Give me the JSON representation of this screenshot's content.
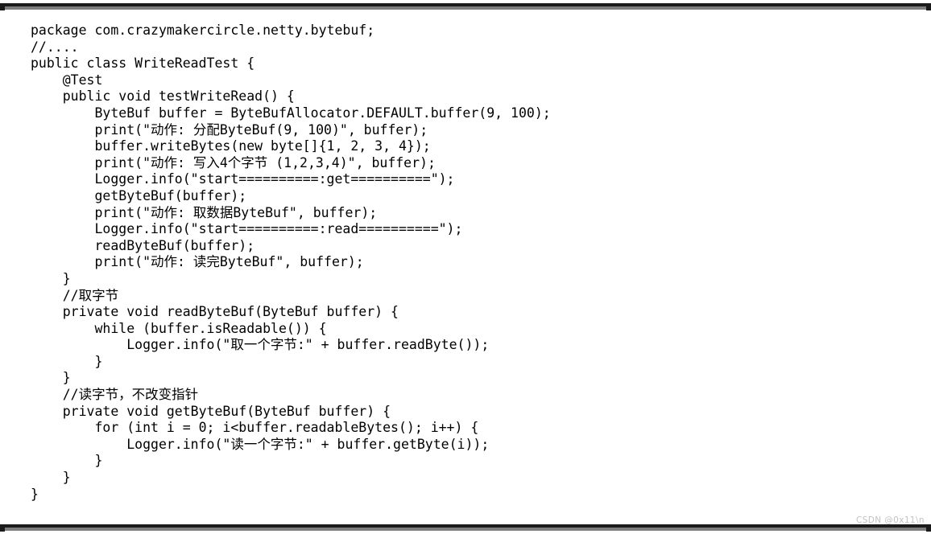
{
  "document": {
    "kind": "code-listing",
    "language": "Java",
    "text_color": "#000000",
    "background_color": "#ffffff",
    "frame_color": "#1b1b1b",
    "frame_shadow_color": "#7d7d7d"
  },
  "code": {
    "lines": [
      "package com.crazymakercircle.netty.bytebuf;",
      "//....",
      "public class WriteReadTest {",
      "    @Test",
      "    public void testWriteRead() {",
      "        ByteBuf buffer = ByteBufAllocator.DEFAULT.buffer(9, 100);",
      "        print(\"动作: 分配ByteBuf(9, 100)\", buffer);",
      "        buffer.writeBytes(new byte[]{1, 2, 3, 4});",
      "        print(\"动作: 写入4个字节 (1,2,3,4)\", buffer);",
      "        Logger.info(\"start==========:get==========\");",
      "        getByteBuf(buffer);",
      "        print(\"动作: 取数据ByteBuf\", buffer);",
      "        Logger.info(\"start==========:read==========\");",
      "        readByteBuf(buffer);",
      "        print(\"动作: 读完ByteBuf\", buffer);",
      "    }",
      "    //取字节",
      "    private void readByteBuf(ByteBuf buffer) {",
      "        while (buffer.isReadable()) {",
      "            Logger.info(\"取一个字节:\" + buffer.readByte());",
      "        }",
      "    }",
      "    //读字节，不改变指针",
      "    private void getByteBuf(ByteBuf buffer) {",
      "        for (int i = 0; i<buffer.readableBytes(); i++) {",
      "            Logger.info(\"读一个字节:\" + buffer.getByte(i));",
      "        }",
      "    }",
      "}"
    ]
  },
  "watermark": {
    "text": "CSDN @0x11\\n"
  }
}
